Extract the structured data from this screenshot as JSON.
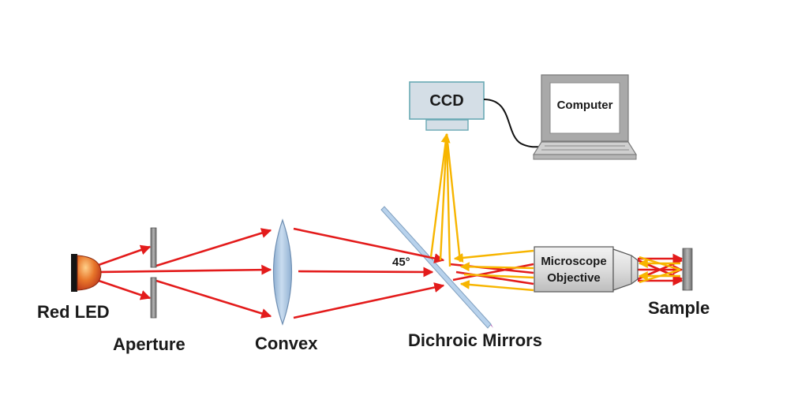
{
  "labels": {
    "led": "Red LED",
    "aperture": "Aperture",
    "convex": "Convex",
    "dichroic": "Dichroic Mirrors",
    "sample": "Sample",
    "ccd": "CCD",
    "computer": "Computer",
    "objective_line1": "Microscope",
    "objective_line2": "Objective",
    "angle": "45°"
  },
  "colors": {
    "red_beam": "#e31b1b",
    "yellow_beam": "#f7b500",
    "led_glow": "#d9531e",
    "lens_fill": "#a9c3df",
    "mirror_fill": "#b8d2ec",
    "mirror_edge": "#9c3aa3",
    "ccd_fill": "#d4dee6",
    "ccd_edge": "#69a9b4",
    "objective_fill": "#dcdcdc",
    "metal_gray": "#8a8a8a"
  }
}
